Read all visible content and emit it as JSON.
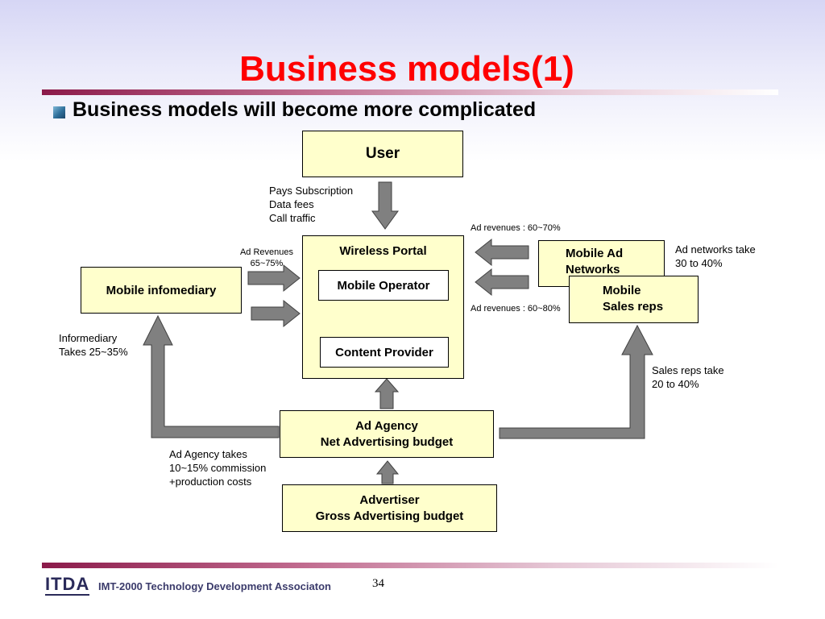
{
  "slide": {
    "title": "Business models(1)",
    "subtitle": "Business models will become more complicated",
    "page_number": "34"
  },
  "diagram": {
    "user": "User",
    "wireless_portal": "Wireless Portal",
    "mobile_operator": "Mobile Operator",
    "content_provider": "Content Provider",
    "mobile_infomediary": "Mobile infomediary",
    "mobile_ad_networks_line1": "Mobile Ad",
    "mobile_ad_networks_line2": "Networks",
    "mobile_sales_reps_line1": "Mobile",
    "mobile_sales_reps_line2": "Sales reps",
    "ad_agency_line1": "Ad Agency",
    "ad_agency_line2": "Net Advertising budget",
    "advertiser_line1": "Advertiser",
    "advertiser_line2": "Gross Advertising budget"
  },
  "labels": {
    "pays_line1": "Pays Subscription",
    "pays_line2": "Data fees",
    "pays_line3": "Call traffic",
    "ad_rev_top": "Ad revenues : 60~70%",
    "ad_rev_bottom": "Ad revenues : 60~80%",
    "ad_revenues_line1": "Ad Revenues",
    "ad_revenues_line2": "65~75%",
    "ad_networks_take_line1": "Ad networks take",
    "ad_networks_take_line2": "30 to 40%",
    "informediary_line1": "Informediary",
    "informediary_line2": "Takes 25~35%",
    "sales_reps_take_line1": "Sales reps take",
    "sales_reps_take_line2": "20 to 40%",
    "ad_agency_takes_line1": "Ad Agency takes",
    "ad_agency_takes_line2": "10~15% commission",
    "ad_agency_takes_line3": "+production costs"
  },
  "footer": {
    "logo_text": "ITDA",
    "organization": "IMT-2000 Technology Development Associaton"
  },
  "colors": {
    "title": "#ff0000",
    "box_fill": "#ffffcc",
    "arrow_fill": "#808080"
  }
}
